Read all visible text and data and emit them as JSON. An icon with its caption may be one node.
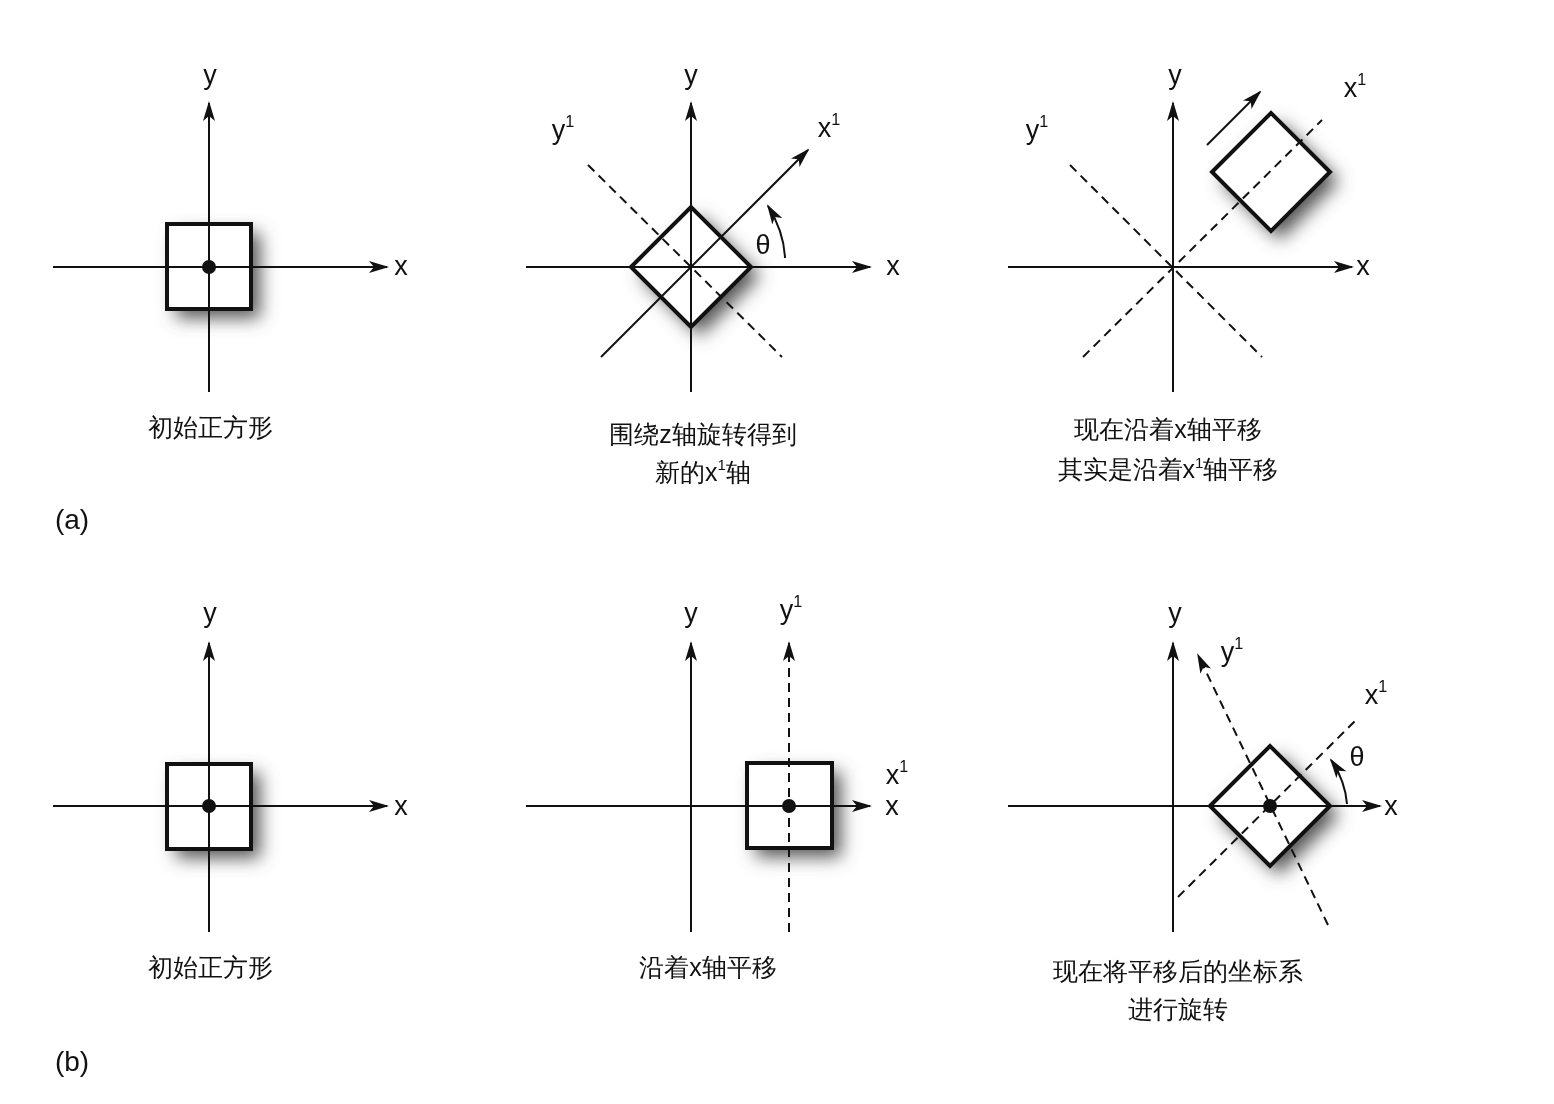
{
  "diagram": {
    "labels": [
      "y",
      "x",
      "初始正方形",
      "y",
      "y$^{1}$",
      "x$^{1}$",
      "θ",
      "x",
      "围绕z轴旋转得到新的x$^{1}$轴",
      "y",
      "x$^{1}$",
      "y$^{1}$",
      "x",
      "现在沿着x轴平移",
      "其实是沿着x$^{1}$轴平移",
      "(a)",
      "y",
      "x",
      "初始正方形",
      "y",
      "y$^{1}$",
      "x$^{1}$",
      "x",
      "沿着x轴平移",
      "y",
      "y$^{1}$",
      "x$^{1}$",
      "θ",
      "x",
      "现在将平移后的坐标系进行旋转",
      "(b)"
    ]
  }
}
